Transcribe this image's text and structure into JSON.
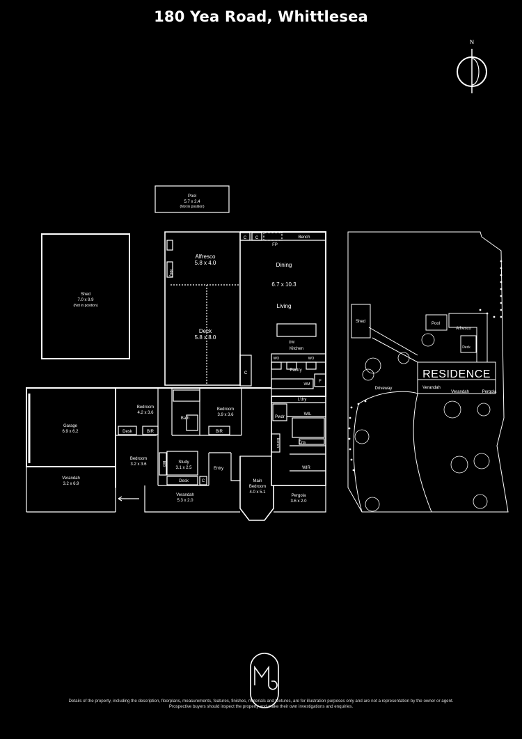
{
  "title": "180 Yea Road, Whittlesea",
  "compass": {
    "north": "N",
    "icon": "north-arrow-icon"
  },
  "rooms": {
    "pool": {
      "name": "Pool",
      "dims": "5.7 x 2.4",
      "note": "(Not in position)"
    },
    "shed": {
      "name": "Shed",
      "dims": "7.0 x 9.9",
      "note": "(Not in position)"
    },
    "alfresco": {
      "name": "Alfresco",
      "dims": "5.8 x 4.0"
    },
    "bbq": "BBQ",
    "deck": {
      "name": "Deck",
      "dims": "5.8 x 8.0"
    },
    "c": "C",
    "fp": "FP",
    "bench": "Bench",
    "dining": {
      "name": "Dining",
      "dims": "6.7 x 10.3"
    },
    "living": "Living",
    "dw": "DW",
    "kitchen": "Kitchen",
    "wo": "WO",
    "pantry": "Pantry",
    "f": "F",
    "wm": "WM",
    "ldry": "L'dry",
    "pwdr": "Pwdr",
    "wil": "WIL",
    "ens": "Ens",
    "wir": "WIR",
    "garage": {
      "name": "Garage",
      "dims": "6.9 x 6.2"
    },
    "bedroom1": {
      "name": "Bedroom",
      "dims": "4.2 x 3.6"
    },
    "bath": "Bath",
    "bedroom2": {
      "name": "Bedroom",
      "dims": "3.9 x 3.6"
    },
    "desk": "Desk",
    "bir": "BIR",
    "bedroom3": {
      "name": "Bedroom",
      "dims": "3.2 x 3.6"
    },
    "study": {
      "name": "Study",
      "dims": "3.1 x 2.5"
    },
    "entry": "Entry",
    "main_bedroom": {
      "name": "Main",
      "name2": "Bedroom",
      "dims": "4.0 x 5.1"
    },
    "verandah_side": {
      "name": "Verandah",
      "dims": "3.2 x 6.9"
    },
    "verandah_front": {
      "name": "Verandah",
      "dims": "5.3 x 2.0"
    },
    "pergola": {
      "name": "Pergola",
      "dims": "3.6 x 2.0"
    }
  },
  "site": {
    "shed": "Shed",
    "pool": "Pool",
    "alfresco": "Alfresco",
    "deck": "Deck",
    "residence": "RESIDENCE",
    "verandah1": "Verandah",
    "verandah2": "Verandah",
    "pergola": "Pergola",
    "driveway": "Driveway"
  },
  "logo": {
    "letters": "MG",
    "icon": "mg-monogram-logo"
  },
  "disclaimer": {
    "line1": "Details of the property, including the description, floorplans, measurements, features, finishes, materials and textures, are for illustration purposes only and are not a representation by the owner or agent.",
    "line2": "Prospective buyers should inspect the property and make their own investigations and enquiries."
  }
}
